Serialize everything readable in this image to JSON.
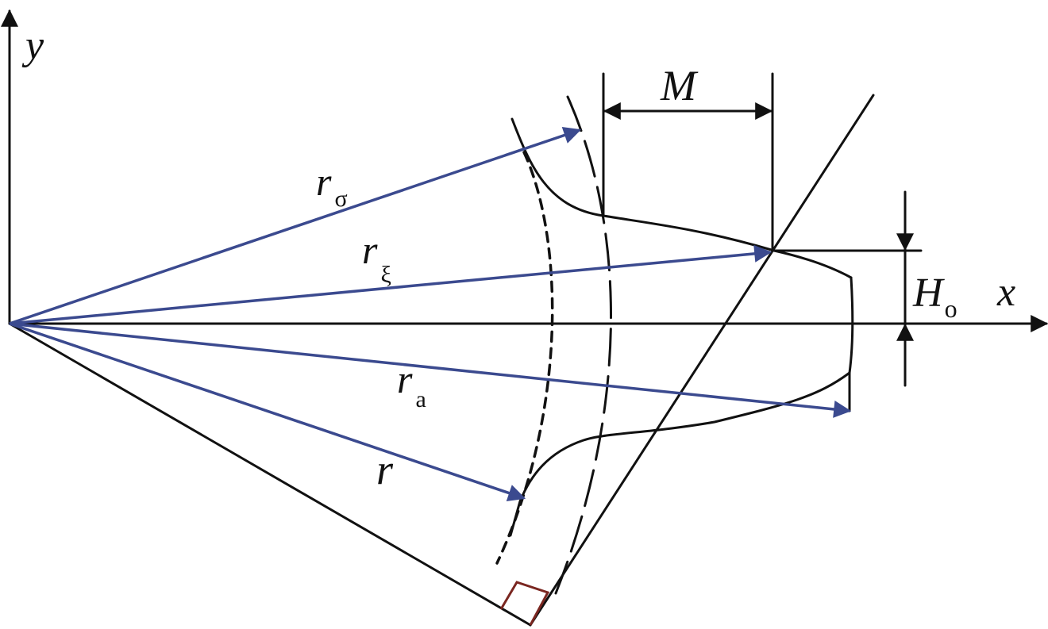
{
  "labels": {
    "x_axis": "x",
    "y_axis": "y",
    "r_sigma": {
      "main": "r",
      "sub": "σ"
    },
    "r_xi": {
      "main": "r",
      "sub": "ξ"
    },
    "r_a": {
      "main": "r",
      "sub": "a"
    },
    "r": {
      "main": "r"
    },
    "M": "M",
    "H_o": {
      "main": "H",
      "sub": "o"
    }
  },
  "colors": {
    "line": "#111111",
    "vector": "#3b4a8f",
    "right_angle": "#7a2620"
  }
}
